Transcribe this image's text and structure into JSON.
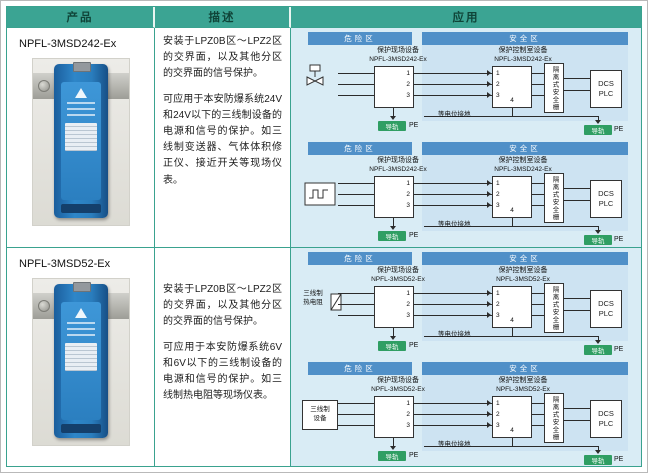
{
  "theme": {
    "accent_teal": "#3ba493",
    "header_text_color": "#0f4438",
    "application_bg": "#d9ecf5",
    "zone_bar_blue": "#5090c8",
    "safe_zone_bg": "#cde3f2",
    "rail_green": "#2f9e63",
    "device_blue": "#2e86c8"
  },
  "header": {
    "product": "产品",
    "description": "描述",
    "application": "应用"
  },
  "rows": [
    {
      "product": {
        "name": "NPFL-3MSD242-Ex"
      },
      "description": {
        "paragraphs": [
          "安装于LPZ0B区～LPZ2区的交界面，以及其他分区的交界面的信号保护。",
          "可应用于本安防爆系统24V和24V以下的三线制设备的电源和信号的保护。如三线制变送器、气体体积修正仪、接近开关等现场仪表。"
        ]
      },
      "diagrams": [
        {
          "hazard_zone": "危险区",
          "safe_zone": "安全区",
          "source": {
            "type": "transmitter"
          },
          "field_device": {
            "title": "保护现场设备",
            "model": "NPFL-3MSD242-Ex",
            "terminals": [
              "1",
              "2",
              "3"
            ]
          },
          "control_device": {
            "title": "保护控制室设备",
            "model": "NPFL-3MSD242-Ex",
            "terminals": [
              "1",
              "2",
              "3",
              "4"
            ]
          },
          "barrier": "隔离式安全栅",
          "dcs": [
            "DCS",
            "PLC"
          ],
          "ground": "等电位接地",
          "rail": "导轨",
          "pe": "PE"
        },
        {
          "hazard_zone": "危险区",
          "safe_zone": "安全区",
          "source": {
            "type": "squarewave"
          },
          "field_device": {
            "title": "保护现场设备",
            "model": "NPFL-3MSD242-Ex",
            "terminals": [
              "1",
              "2",
              "3"
            ]
          },
          "control_device": {
            "title": "保护控制室设备",
            "model": "NPFL-3MSD242-Ex",
            "terminals": [
              "1",
              "2",
              "3",
              "4"
            ]
          },
          "barrier": "隔离式安全栅",
          "dcs": [
            "DCS",
            "PLC"
          ],
          "ground": "等电位接地",
          "rail": "导轨",
          "pe": "PE"
        }
      ]
    },
    {
      "product": {
        "name": "NPFL-3MSD52-Ex"
      },
      "description": {
        "paragraphs": [
          "安装于LPZ0B区～LPZ2区的交界面，以及其他分区的交界面的信号保护。",
          "可应用于本安防爆系统6V和6V以下的三线制设备的电源和信号的保护。如三线制热电阻等现场仪表。"
        ]
      },
      "diagrams": [
        {
          "hazard_zone": "危险区",
          "safe_zone": "安全区",
          "source": {
            "type": "rtd",
            "lines": [
              "三线制",
              "热电阻"
            ]
          },
          "field_device": {
            "title": "保护现场设备",
            "model": "NPFL-3MSD52-Ex",
            "terminals": [
              "1",
              "2",
              "3"
            ]
          },
          "control_device": {
            "title": "保护控制室设备",
            "model": "NPFL-3MSD52-Ex",
            "terminals": [
              "1",
              "2",
              "3",
              "4"
            ]
          },
          "barrier": "隔离式安全栅",
          "dcs": [
            "DCS",
            "PLC"
          ],
          "ground": "等电位接地",
          "rail": "导轨",
          "pe": "PE"
        },
        {
          "hazard_zone": "危险区",
          "safe_zone": "安全区",
          "source": {
            "type": "devicebox",
            "lines": [
              "三线制",
              "设备"
            ]
          },
          "field_device": {
            "title": "保护现场设备",
            "model": "NPFL-3MSD52-Ex",
            "terminals": [
              "1",
              "2",
              "3"
            ]
          },
          "control_device": {
            "title": "保护控制室设备",
            "model": "NPFL-3MSD52-Ex",
            "terminals": [
              "1",
              "2",
              "3",
              "4"
            ]
          },
          "barrier": "隔离式安全栅",
          "dcs": [
            "DCS",
            "PLC"
          ],
          "ground": "等电位接地",
          "rail": "导轨",
          "pe": "PE"
        }
      ]
    }
  ]
}
